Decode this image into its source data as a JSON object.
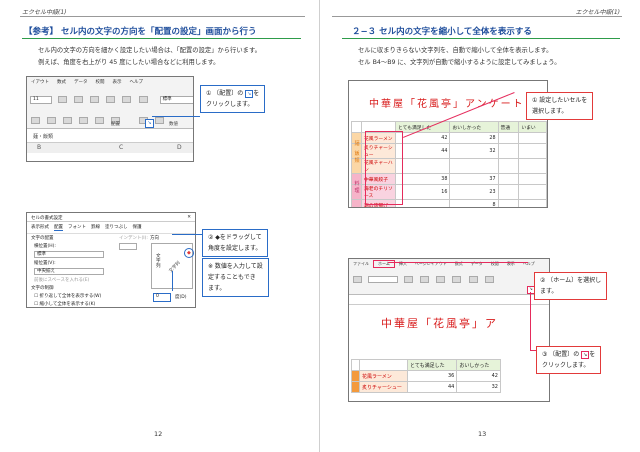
{
  "left": {
    "runhead": "エクセル中級(1)",
    "title": "【参考】 セル内の文字の方向を「配置の設定」画面から行う",
    "para1": "セル内の文字の方向を細かく設定したい場合は、「配置の設定」から行います。",
    "para2": "例えば、角度を右上がり 45 度にしたい場合などに利用します。",
    "ribbon_tabs": [
      "イアウト",
      "数式",
      "データ",
      "校閲",
      "表示",
      "ヘルプ"
    ],
    "font_size": "11",
    "number_format": "標準",
    "group_labels": [
      "配置",
      "数値"
    ],
    "formula_text": "麺・飯類",
    "col_headers": [
      "B",
      "C",
      "D"
    ],
    "callout1_lines": [
      "① 〔配置〕の",
      "クリックします。"
    ],
    "dialog": {
      "title": "セルの書式設定",
      "tabs": [
        "表示形式",
        "配置",
        "フォント",
        "罫線",
        "塗りつぶし",
        "保護"
      ],
      "section": "文字の配置",
      "horizontal_label": "横位置(H):",
      "horizontal_value": "標準",
      "indent_label": "インデント(I):",
      "vertical_label": "縦位置(V):",
      "vertical_value": "中央揃え",
      "distributed_label": "前後にスペースを入れる(E)",
      "control_label": "文字の制御",
      "wrap_label": "折り返して全体を表示する(W)",
      "shrink_label": "縮小して全体を表示する(K)",
      "orientation_label": "方向",
      "orientation_text": "文字列",
      "degree_value": "0",
      "degree_unit": "度(D)"
    },
    "callout2_lines": [
      "② ◆をドラッグして",
      "角度を設定します。"
    ],
    "note_lines": [
      "※ 数値を入力して設",
      "定することもでき",
      "ます。"
    ],
    "pagenum": "12"
  },
  "right": {
    "runhead": "エクセル中級(1)",
    "title": "２−３ セル内の文字を縮小して全体を表示する",
    "para1": "セルに収まりきらない文字列を、自動で縮小して全体を表示します。",
    "para2": "セル B4〜B9 に、文字列が自動で縮小するように設定してみましょう。",
    "sheet_title": "中華屋「花風亭」アンケート",
    "sheet_headers": [
      "とても満足した",
      "おいしかった",
      "普通",
      "いまい"
    ],
    "side_label_1": "麺",
    "side_label_2": "飯類",
    "side_label_3": "料理",
    "rows": [
      {
        "name": "花風ラーメン",
        "a": "42",
        "b": "28"
      },
      {
        "name": "炙りチャーシュー",
        "a": "44",
        "b": "32"
      },
      {
        "name": "花風チャーハン",
        "a": "",
        "b": ""
      },
      {
        "name": "中華風餃子",
        "a": "38",
        "b": "37"
      },
      {
        "name": "海老のチリソース",
        "a": "16",
        "b": "23"
      },
      {
        "name": "鶏の唐揚げ",
        "a": "",
        "b": "8"
      }
    ],
    "callout1_lines": [
      "① 設定したいセルを",
      "選択します。"
    ],
    "ribbon_tabs": [
      "ファイル",
      "ホーム",
      "挿入",
      "ページレイアウト",
      "数式",
      "データ",
      "校閲",
      "表示",
      "ヘルプ"
    ],
    "callout2_lines": [
      "② 〔ホーム〕を選択し",
      "ます。"
    ],
    "callout3_lines": [
      "③ 〔配置〕の",
      "クリックします。"
    ],
    "sheet2_title": "中華屋「花風亭」ア",
    "sheet2_headers": [
      "とても満足した",
      "おいしかった"
    ],
    "sheet2_rows": [
      {
        "name": "花風ラーメン",
        "a": "36",
        "b": "42"
      },
      {
        "name": "炙りチャーシュー",
        "a": "44",
        "b": "32"
      }
    ],
    "pagenum": "13"
  }
}
